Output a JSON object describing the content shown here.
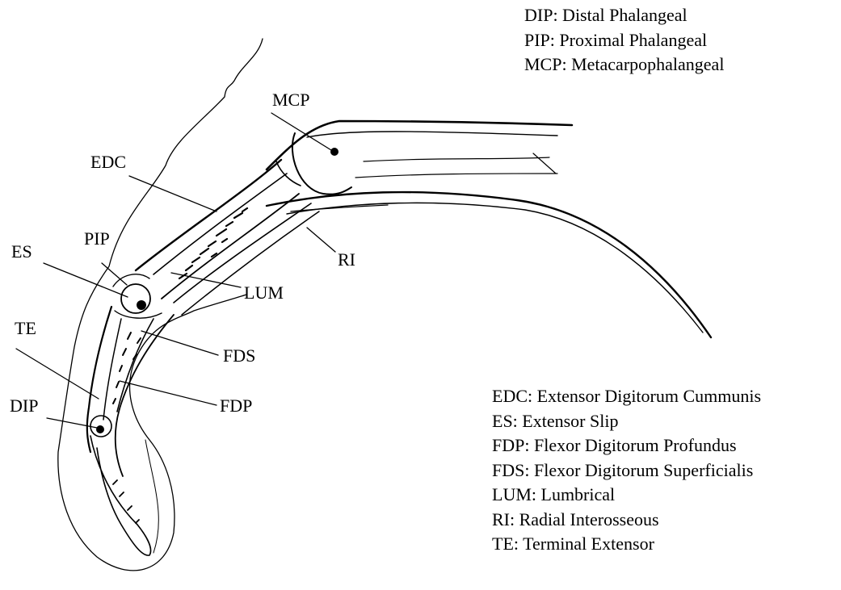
{
  "labels": {
    "mcp": "MCP",
    "edc": "EDC",
    "pip": "PIP",
    "es": "ES",
    "te": "TE",
    "dip": "DIP",
    "ri": "RI",
    "lum": "LUM",
    "fds": "FDS",
    "fdp": "FDP"
  },
  "legend_joints": [
    "DIP: Distal Phalangeal",
    "PIP: Proximal Phalangeal",
    "MCP: Metacarpophalangeal"
  ],
  "legend_tendons": [
    "EDC: Extensor Digitorum Cummunis",
    "ES: Extensor Slip",
    "FDP: Flexor Digitorum Profundus",
    "FDS: Flexor Digitorum Superficialis",
    "LUM: Lumbrical",
    "RI: Radial Interosseous",
    "TE: Terminal Extensor"
  ],
  "colors": {
    "ink": "#000000",
    "background": "#ffffff"
  }
}
